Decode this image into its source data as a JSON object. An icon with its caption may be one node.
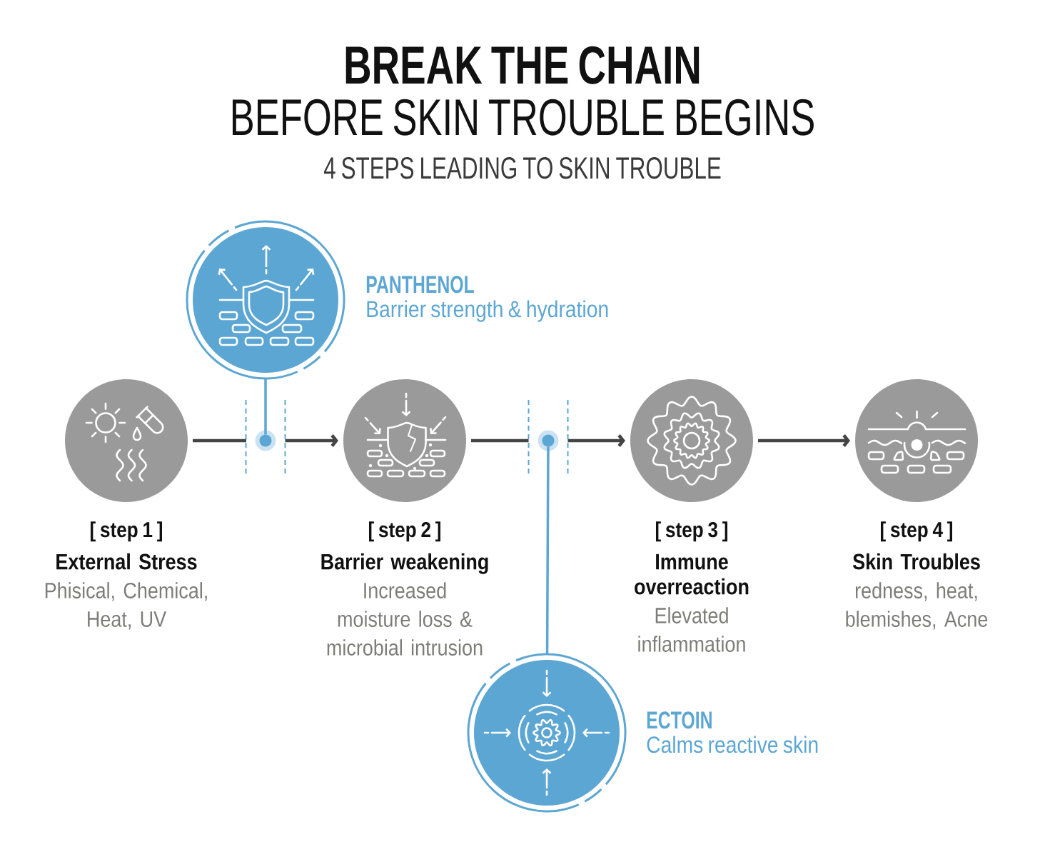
{
  "diagram": {
    "title": "BREAK THE CHAIN",
    "nodes": [
      {
        "text": [],
        "shape": "circle",
        "beside": [
          "PANTHENOL",
          "Barrier strength & hydration"
        ]
      },
      {
        "text": [],
        "shape": "circle",
        "beside": [
          "[ step 1 ]",
          "External Stress",
          "Phisical, Chemical, Heat, UV"
        ]
      },
      {
        "text": [],
        "shape": "circle"
      },
      {
        "text": [],
        "shape": "circle",
        "beside": [
          "[ step 2 ]",
          "Barrier weakening",
          "Increased moisture loss & microbial intrusion"
        ]
      },
      {
        "text": [],
        "shape": "circle"
      },
      {
        "text": [],
        "shape": "circle",
        "beside": [
          "[ step 3 ]",
          "Immune overreaction",
          "Elevated inflammation"
        ]
      },
      {
        "text": [],
        "shape": "circle",
        "beside": [
          "[ step 4 ]",
          "Skin Troubles",
          "redness, heat, blemishes, Acne"
        ]
      },
      {
        "text": [],
        "shape": "circle",
        "beside": [
          "ECTOIN",
          "Calms reactive skin"
        ]
      }
    ],
    "edges": [
      {
        "from": 1,
        "to": 2,
        "arrow": "none"
      },
      {
        "from": 2,
        "to": 3,
        "arrow": "to"
      },
      {
        "from": 3,
        "to": 4,
        "arrow": "none"
      },
      {
        "from": 4,
        "to": 5,
        "arrow": "to"
      },
      {
        "from": 5,
        "to": 6,
        "arrow": "to"
      },
      {
        "from": 0,
        "to": 2,
        "arrow": "none",
        "color": "#5ca6d4"
      },
      {
        "from": 7,
        "to": 4,
        "arrow": "none",
        "color": "#5ca6d4"
      }
    ],
    "labels": [
      "BEFORE SKIN TROUBLE BEGINS",
      "4 STEPS LEADING TO SKIN TROUBLE"
    ]
  }
}
